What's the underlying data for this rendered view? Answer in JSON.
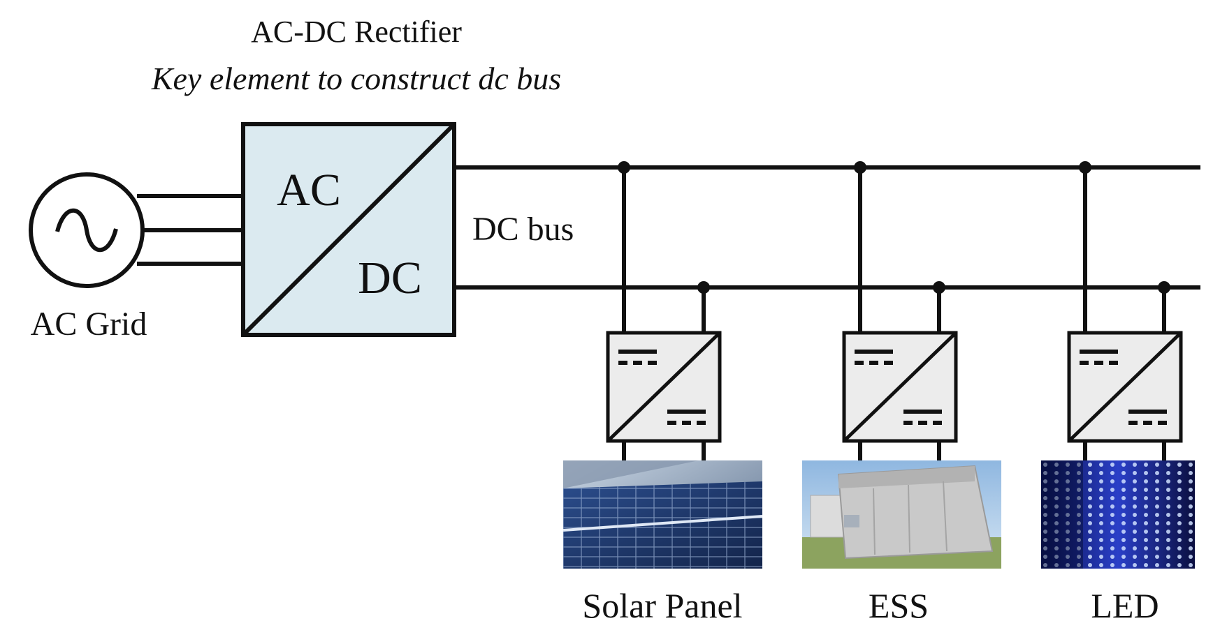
{
  "header": {
    "title": "AC-DC Rectifier",
    "subtitle": "Key element to construct dc bus"
  },
  "grid": {
    "label": "AC Grid"
  },
  "rectifier": {
    "ac_label": "AC",
    "dc_label": "DC",
    "fill_color": "#dbeaf0"
  },
  "bus": {
    "label": "DC bus"
  },
  "loads": [
    {
      "label": "Solar Panel",
      "image": "solar-panel-photo"
    },
    {
      "label": "ESS",
      "image": "ess-container-photo"
    },
    {
      "label": "LED",
      "image": "led-matrix-photo"
    }
  ],
  "colors": {
    "line": "#111111",
    "converter_fill": "#ececec"
  }
}
